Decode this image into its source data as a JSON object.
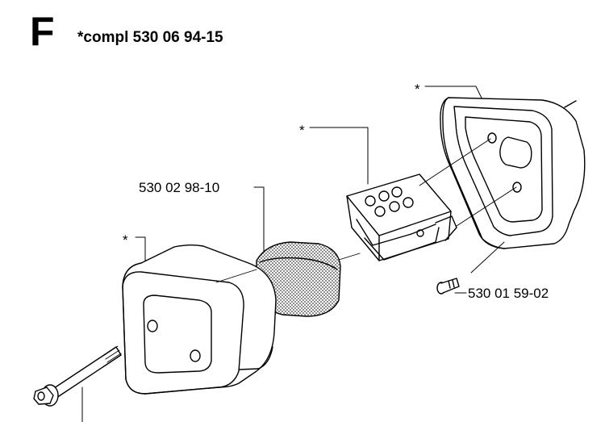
{
  "section_letter": "F",
  "kit_label": "*compl 530 06 94-15",
  "callouts": {
    "filter_part": "530 02 98-10",
    "screw_part": "530 01 59-02",
    "star_cover_rear": "*",
    "star_bracket": "*",
    "star_cover_front": "*"
  }
}
